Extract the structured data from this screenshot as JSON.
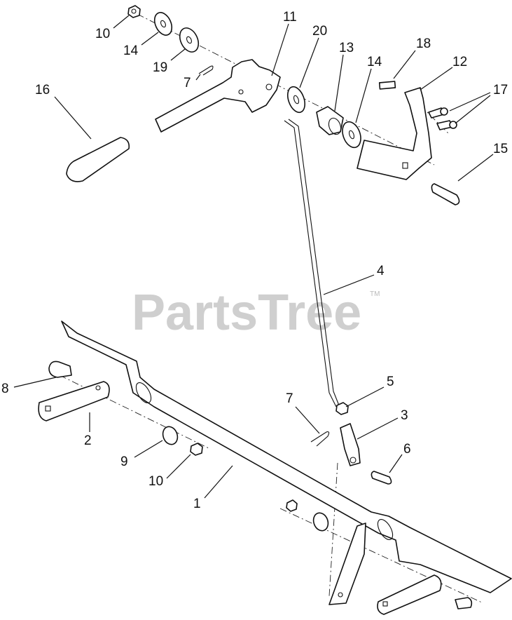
{
  "watermark": {
    "text": "PartsTree",
    "trademark": "TM"
  },
  "callouts": [
    {
      "id": "c-10a",
      "label": "10"
    },
    {
      "id": "c-14a",
      "label": "14"
    },
    {
      "id": "c-19",
      "label": "19"
    },
    {
      "id": "c-11",
      "label": "11"
    },
    {
      "id": "c-20",
      "label": "20"
    },
    {
      "id": "c-13",
      "label": "13"
    },
    {
      "id": "c-14b",
      "label": "14"
    },
    {
      "id": "c-18",
      "label": "18"
    },
    {
      "id": "c-12",
      "label": "12"
    },
    {
      "id": "c-17",
      "label": "17"
    },
    {
      "id": "c-7a",
      "label": "7"
    },
    {
      "id": "c-16",
      "label": "16"
    },
    {
      "id": "c-15",
      "label": "15"
    },
    {
      "id": "c-4",
      "label": "4"
    },
    {
      "id": "c-8",
      "label": "8"
    },
    {
      "id": "c-2",
      "label": "2"
    },
    {
      "id": "c-7b",
      "label": "7"
    },
    {
      "id": "c-5",
      "label": "5"
    },
    {
      "id": "c-3",
      "label": "3"
    },
    {
      "id": "c-9",
      "label": "9"
    },
    {
      "id": "c-6",
      "label": "6"
    },
    {
      "id": "c-10b",
      "label": "10"
    },
    {
      "id": "c-1",
      "label": "1"
    }
  ]
}
